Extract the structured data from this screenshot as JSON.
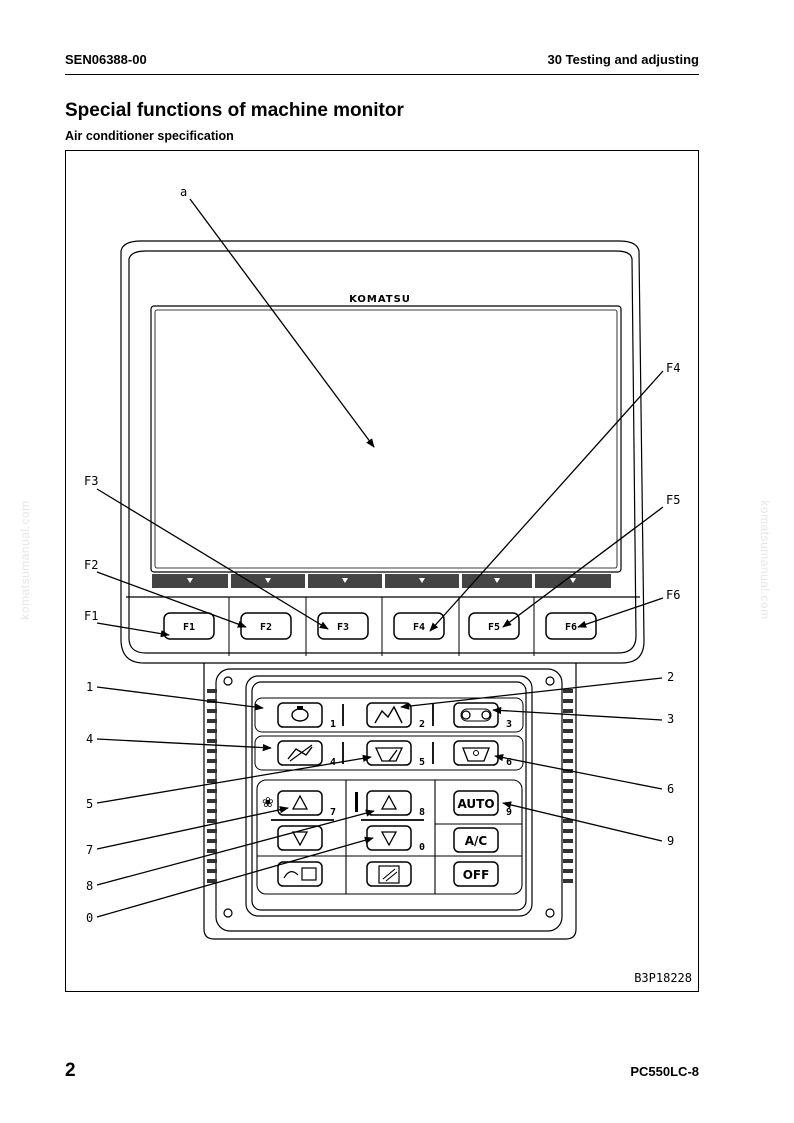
{
  "header": {
    "doc_id": "SEN06388-00",
    "section": "30 Testing and adjusting"
  },
  "title": "Special functions of machine monitor",
  "subtitle": "Air conditioner specification",
  "figure": {
    "brand": "KOMATSU",
    "figure_code": "B3P18228",
    "function_keys": [
      "F1",
      "F2",
      "F3",
      "F4",
      "F5",
      "F6"
    ],
    "callouts": {
      "a": "a",
      "f1": "F1",
      "f2": "F2",
      "f3": "F3",
      "f4": "F4",
      "f5": "F5",
      "f6": "F6",
      "n1": "1",
      "n2": "2",
      "n3": "3",
      "n4": "4",
      "n5": "5",
      "n6": "6",
      "n7": "7",
      "n8": "8",
      "n9": "9",
      "n0": "0"
    },
    "switch_numbers": [
      "1",
      "2",
      "3",
      "4",
      "5",
      "6",
      "7",
      "8",
      "9",
      "0"
    ],
    "buttons": {
      "auto": "AUTO",
      "ac": "A/C",
      "off": "OFF"
    }
  },
  "watermark": "komatsumanual.com",
  "footer": {
    "page_number": "2",
    "model": "PC550LC-8"
  }
}
